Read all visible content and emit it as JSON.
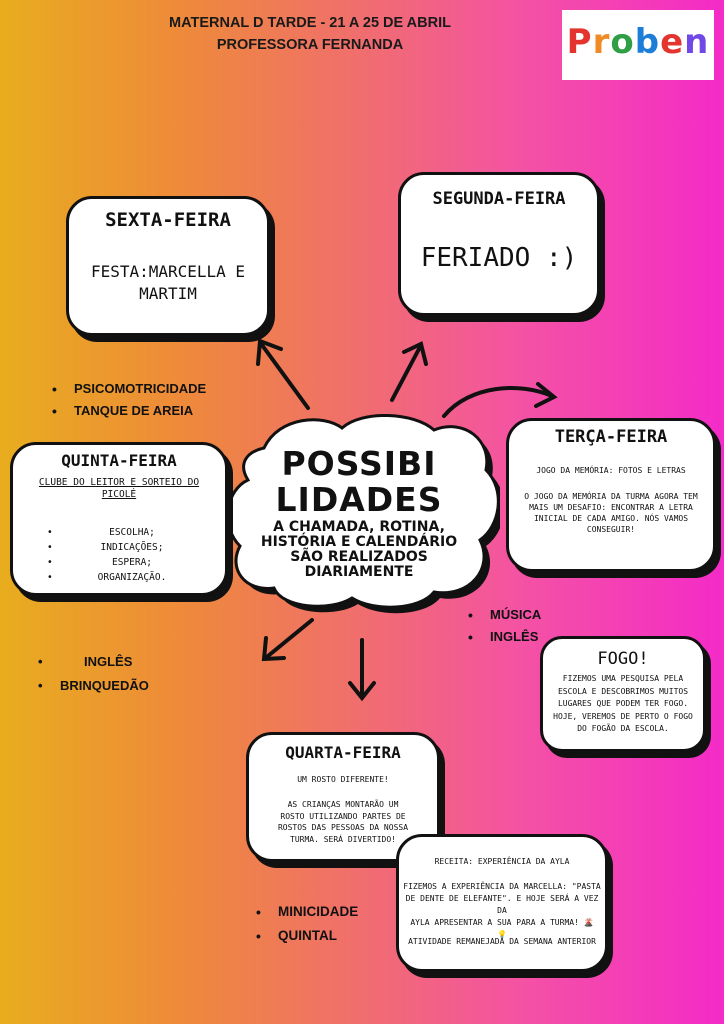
{
  "header": {
    "line1": "MATERNAL D TARDE - 21 A 25 DE ABRIL",
    "line2": "PROFESSORA FERNANDA"
  },
  "logo": {
    "letters": [
      "P",
      "r",
      "o",
      "b",
      "e",
      "n"
    ],
    "colors": [
      "#e3342f",
      "#f08a24",
      "#2f9e44",
      "#1c7ed6",
      "#e3342f",
      "#7048e8"
    ]
  },
  "center": {
    "title_line1": "POSSIBI",
    "title_line2": "LIDADES",
    "sub_line1": "A CHAMADA, ROTINA,",
    "sub_line2": "HISTÓRIA E CALENDÁRIO",
    "sub_line3": "SÃO REALIZADOS",
    "sub_line4": "DIARIAMENTE"
  },
  "sexta": {
    "title": "SEXTA-FEIRA",
    "line1": "FESTA:MARCELLA E",
    "line2": "MARTIM",
    "bullets": [
      "PSICOMOTRICIDADE",
      "TANQUE DE AREIA"
    ]
  },
  "segunda": {
    "title": "SEGUNDA-FEIRA",
    "text": "FERIADO :)"
  },
  "terca": {
    "title": "TERÇA-FEIRA",
    "line1": "JOGO DA MEMÓRIA: FOTOS E LETRAS",
    "para": [
      "O JOGO DA MEMÓRIA DA TURMA AGORA TEM",
      "MAIS UM DESAFIO: ENCONTRAR A LETRA",
      "INICIAL DE CADA AMIGO. NÓS VAMOS",
      "CONSEGUIR!"
    ],
    "bullets": [
      "MÚSICA",
      "INGLÊS"
    ]
  },
  "quinta": {
    "title": "QUINTA-FEIRA",
    "subtitle_line1": "CLUBE DO LEITOR  E SORTEIO DO",
    "subtitle_line2": "PICOLÉ",
    "items": [
      "ESCOLHA;",
      "INDICAÇÕES;",
      "ESPERA;",
      "ORGANIZAÇÃO."
    ],
    "bullets": [
      "INGLÊS",
      "BRINQUEDÃO"
    ]
  },
  "fogo": {
    "title": "FOGO!",
    "lines": [
      "FIZEMOS UMA PESQUISA PELA",
      "ESCOLA E DESCOBRIMOS MUITOS",
      "LUGARES QUE PODEM TER FOGO.",
      "HOJE, VEREMOS DE PERTO O FOGO",
      "DO FOGÃO DA ESCOLA."
    ]
  },
  "quarta": {
    "title": "QUARTA-FEIRA",
    "line1": "UM ROSTO DIFERENTE!",
    "para": [
      "AS CRIANÇAS MONTARÃO UM",
      "ROSTO UTILIZANDO PARTES DE",
      "ROSTOS DAS PESSOAS DA NOSSA",
      "TURMA. SERÁ DIVERTIDO!"
    ],
    "bullets": [
      "MINICIDADE",
      "QUINTAL"
    ]
  },
  "receita": {
    "line1": "RECEITA: EXPERIÊNCIA DA AYLA",
    "para": [
      "FIZEMOS A EXPERIÊNCIA DA MARCELLA: \"PASTA",
      "DE DENTE DE ELEFANTE\". E HOJE SERÁ A VEZ DA",
      "AYLA APRESENTAR A SUA PARA A TURMA! 🌋",
      "💡"
    ],
    "last": "ATIVIDADE REMANEJADA DA SEMANA ANTERIOR"
  }
}
